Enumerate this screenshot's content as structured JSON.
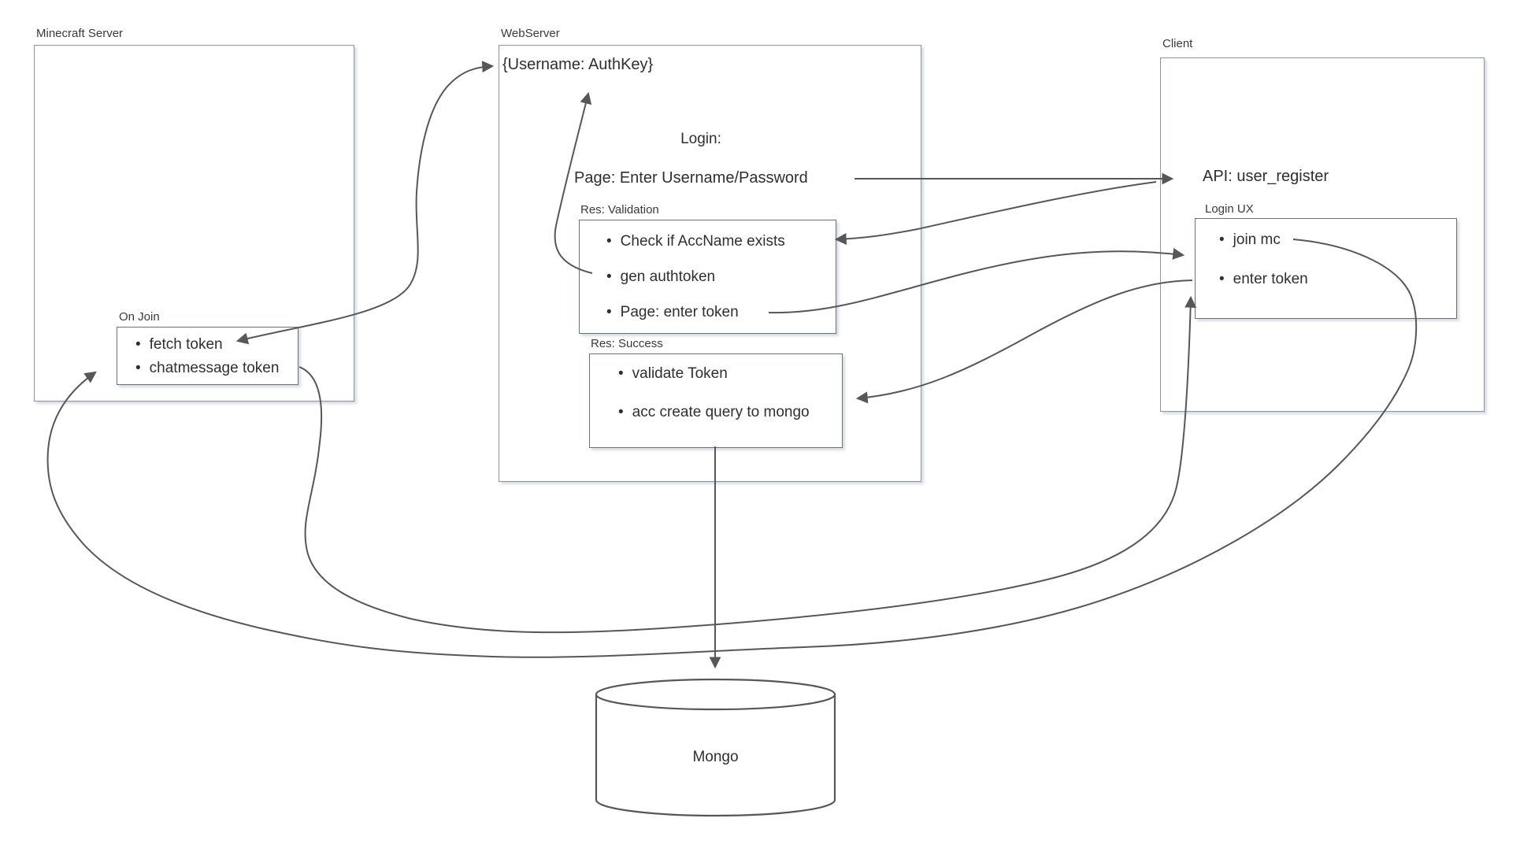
{
  "diagram": {
    "bullet": "•",
    "containers": {
      "minecraft_server": {
        "label": "Minecraft Server"
      },
      "webserver": {
        "label": "WebServer"
      },
      "client": {
        "label": "Client"
      }
    },
    "webserver_texts": {
      "username_authkey": "{Username: AuthKey}",
      "login_heading": "Login:",
      "page_enter": "Page: Enter Username/Password"
    },
    "client_texts": {
      "api_user_register": "API: user_register"
    },
    "nodes": {
      "on_join": {
        "label": "On Join",
        "items": [
          "fetch token",
          "chatmessage token"
        ]
      },
      "res_validation": {
        "label": "Res: Validation",
        "items": [
          "Check if AccName exists",
          "gen authtoken",
          "Page: enter token"
        ]
      },
      "res_success": {
        "label": "Res: Success",
        "items": [
          "validate Token",
          "acc create query to mongo"
        ]
      },
      "login_ux": {
        "label": "Login UX",
        "items": [
          "join mc",
          "enter token"
        ]
      }
    },
    "database": {
      "label": "Mongo"
    },
    "connections": [
      "Page: Enter Username/Password -> API: user_register",
      "API: user_register -> Check if AccName exists",
      "gen authtoken -> {Username: AuthKey}",
      "Page: enter token -> Login UX",
      "enter token -> Res: Success",
      "fetch token <-> {Username: AuthKey}",
      "chatmessage token -> enter token",
      "join mc -> On Join",
      "Res: Success -> Mongo"
    ],
    "colors": {
      "arrow": "#575757",
      "container_border": "#8b95a1",
      "node_border": "#66717d",
      "text": "#2f2f2f",
      "background": "#ffffff"
    }
  }
}
